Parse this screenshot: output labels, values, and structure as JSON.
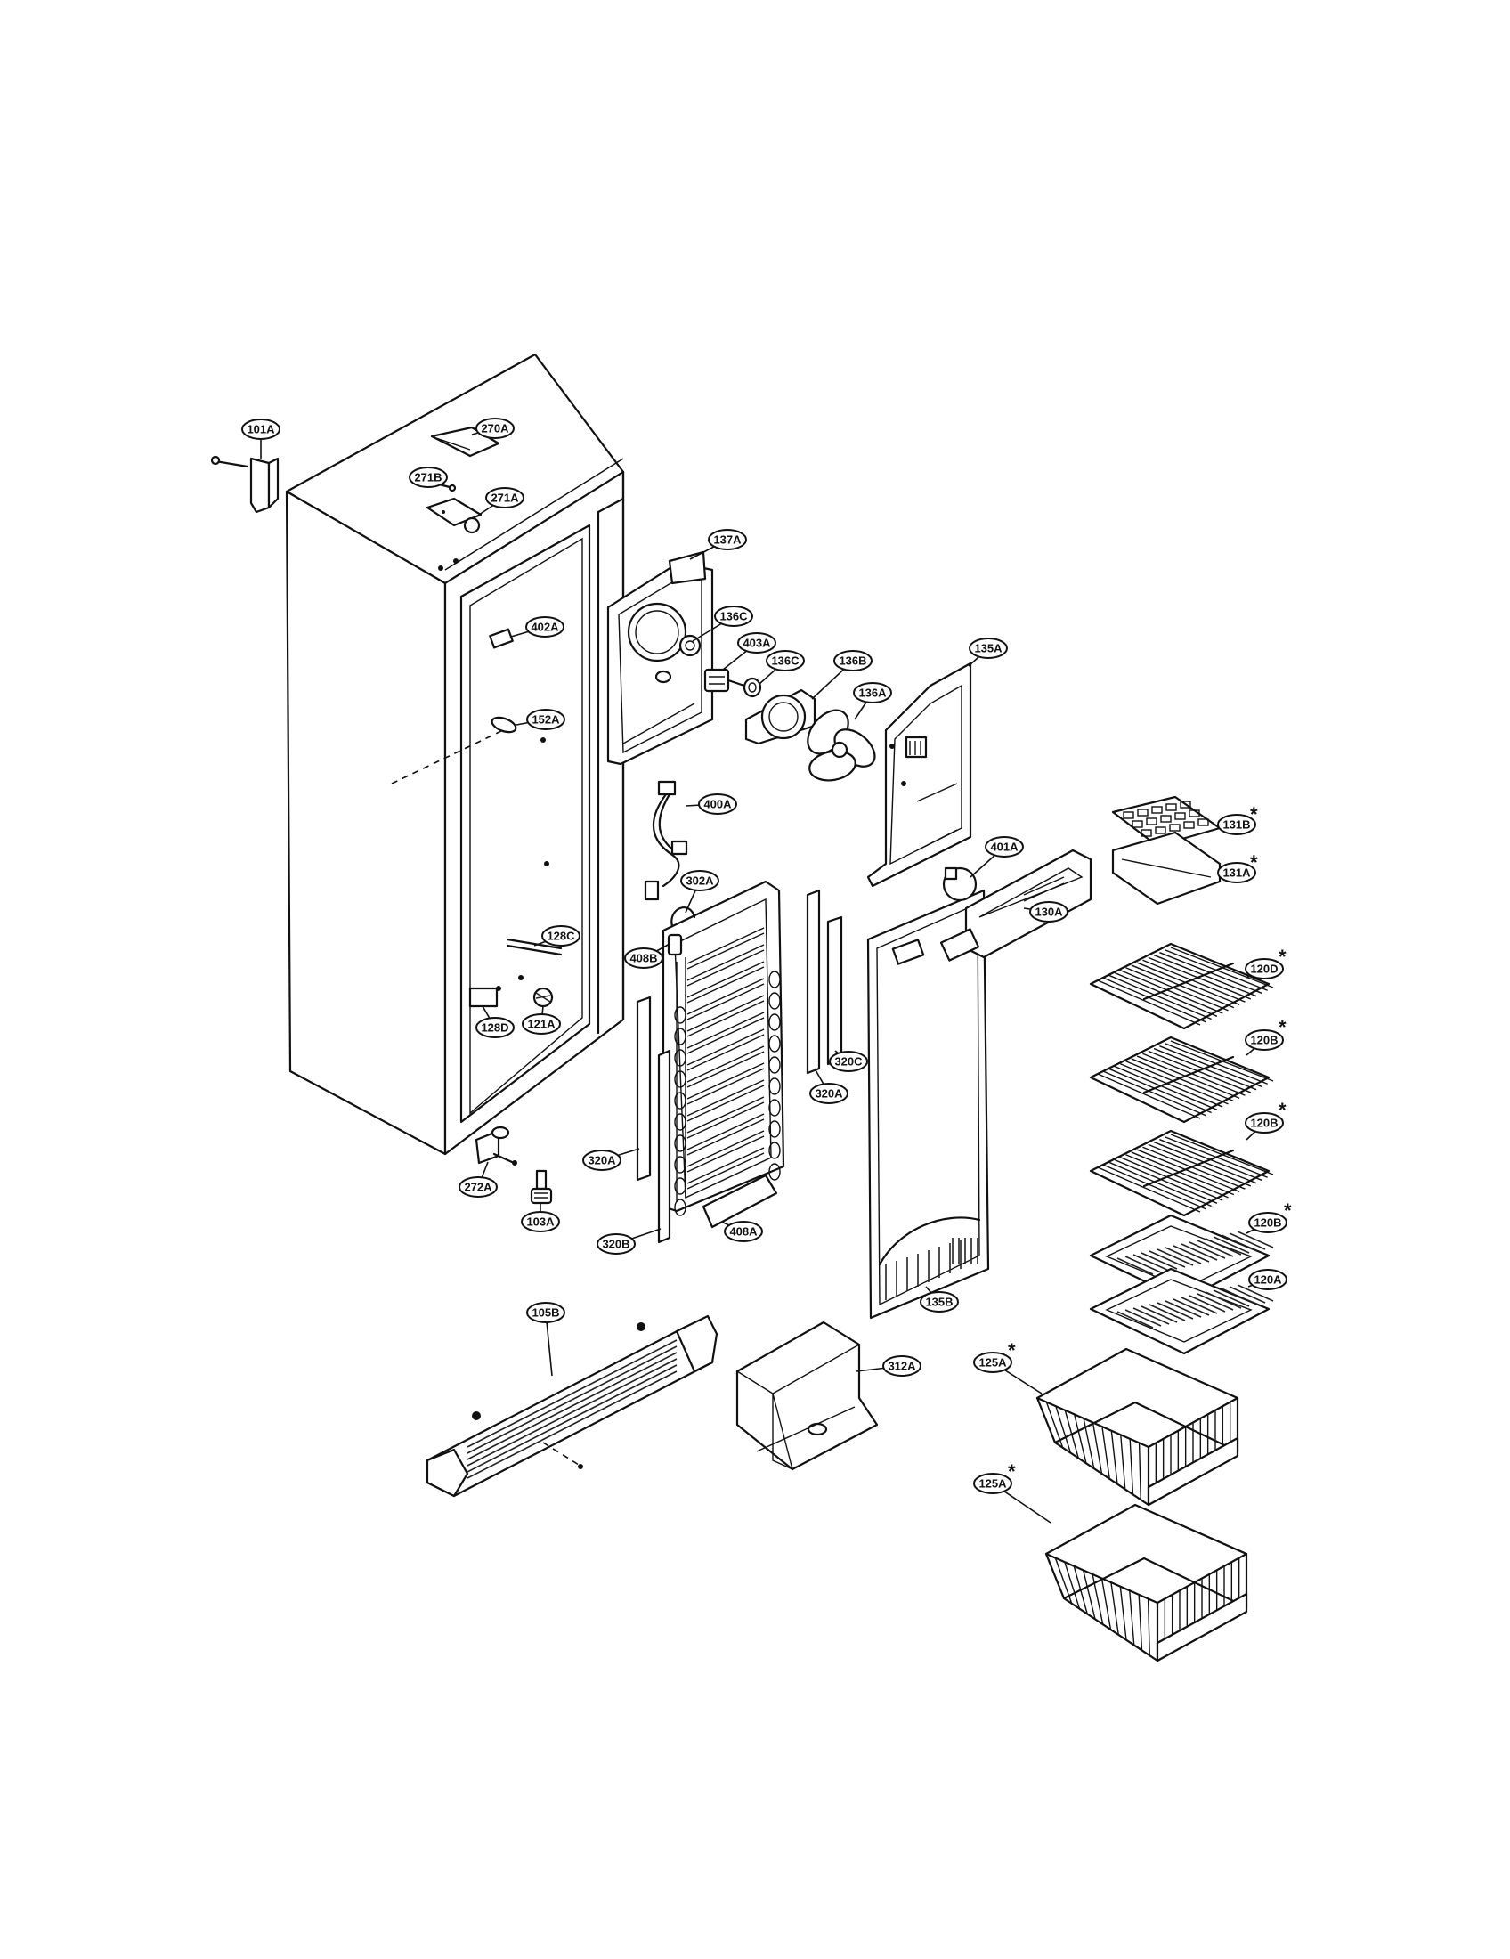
{
  "diagram": {
    "callouts": [
      {
        "id": "101a",
        "label": "101A",
        "star": false
      },
      {
        "id": "270a",
        "label": "270A",
        "star": false
      },
      {
        "id": "271b",
        "label": "271B",
        "star": false
      },
      {
        "id": "271a",
        "label": "271A",
        "star": false
      },
      {
        "id": "137a",
        "label": "137A",
        "star": false
      },
      {
        "id": "136c-top",
        "label": "136C",
        "star": false
      },
      {
        "id": "402a",
        "label": "402A",
        "star": false
      },
      {
        "id": "403a",
        "label": "403A",
        "star": false
      },
      {
        "id": "136c-mid",
        "label": "136C",
        "star": false
      },
      {
        "id": "136b",
        "label": "136B",
        "star": false
      },
      {
        "id": "135a",
        "label": "135A",
        "star": false
      },
      {
        "id": "152a",
        "label": "152A",
        "star": false
      },
      {
        "id": "136a",
        "label": "136A",
        "star": false
      },
      {
        "id": "400a",
        "label": "400A",
        "star": false
      },
      {
        "id": "131b",
        "label": "131B",
        "star": true
      },
      {
        "id": "401a",
        "label": "401A",
        "star": false
      },
      {
        "id": "131a",
        "label": "131A",
        "star": true
      },
      {
        "id": "302a",
        "label": "302A",
        "star": false
      },
      {
        "id": "130a",
        "label": "130A",
        "star": false
      },
      {
        "id": "128c",
        "label": "128C",
        "star": false
      },
      {
        "id": "408b",
        "label": "408B",
        "star": false
      },
      {
        "id": "120d",
        "label": "120D",
        "star": true
      },
      {
        "id": "128d",
        "label": "128D",
        "star": false
      },
      {
        "id": "121a",
        "label": "121A",
        "star": false
      },
      {
        "id": "320c",
        "label": "320C",
        "star": false
      },
      {
        "id": "120b-1",
        "label": "120B",
        "star": true
      },
      {
        "id": "320a-right",
        "label": "320A",
        "star": false
      },
      {
        "id": "120b-2",
        "label": "120B",
        "star": true
      },
      {
        "id": "320a-left",
        "label": "320A",
        "star": false
      },
      {
        "id": "272a",
        "label": "272A",
        "star": false
      },
      {
        "id": "103a",
        "label": "103A",
        "star": false
      },
      {
        "id": "408a",
        "label": "408A",
        "star": false
      },
      {
        "id": "320b",
        "label": "320B",
        "star": false
      },
      {
        "id": "120b-3",
        "label": "120B",
        "star": true
      },
      {
        "id": "120a",
        "label": "120A",
        "star": false
      },
      {
        "id": "135b",
        "label": "135B",
        "star": false
      },
      {
        "id": "105b",
        "label": "105B",
        "star": false
      },
      {
        "id": "312a",
        "label": "312A",
        "star": false
      },
      {
        "id": "125a-1",
        "label": "125A",
        "star": true
      },
      {
        "id": "125a-2",
        "label": "125A",
        "star": true
      }
    ]
  }
}
